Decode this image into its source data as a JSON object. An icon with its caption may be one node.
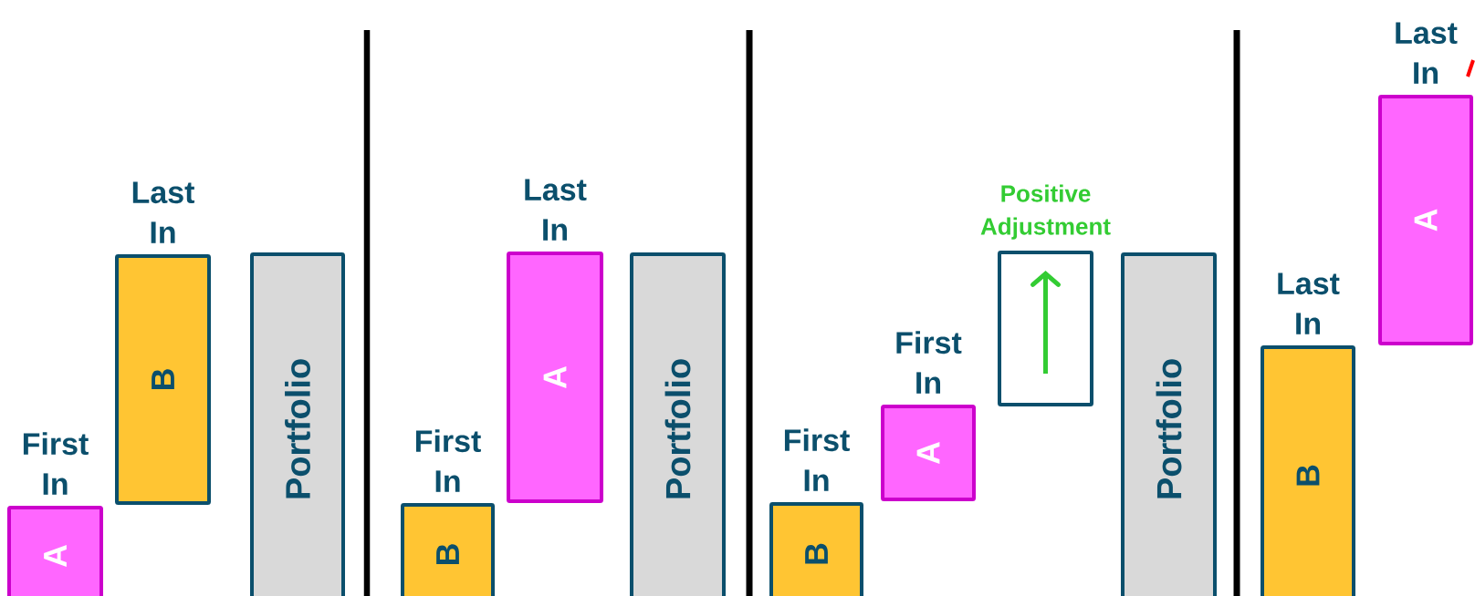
{
  "diagram": {
    "nodes": [
      {
        "text": [
          "A"
        ],
        "beside": [
          "First In"
        ]
      },
      {
        "text": [
          "B"
        ],
        "beside": [
          "Last In"
        ]
      },
      {
        "text": [
          "Portfolio"
        ]
      },
      {
        "text": [
          "B"
        ],
        "beside": [
          "First In"
        ]
      },
      {
        "text": [
          "A"
        ],
        "beside": [
          "Last In"
        ]
      },
      {
        "text": [
          "Portfolio"
        ]
      },
      {
        "text": [
          "B"
        ],
        "beside": [
          "First In"
        ]
      },
      {
        "text": [
          "A"
        ],
        "beside": [
          "First In"
        ]
      },
      {
        "text": [],
        "shape": "box",
        "beside": [
          "Positive Adjustment"
        ]
      },
      {
        "text": [
          "Portfolio"
        ]
      },
      {
        "text": [
          "B"
        ],
        "beside": [
          "Last In"
        ]
      },
      {
        "text": [
          "A"
        ],
        "beside": [
          "Last In"
        ]
      }
    ]
  }
}
